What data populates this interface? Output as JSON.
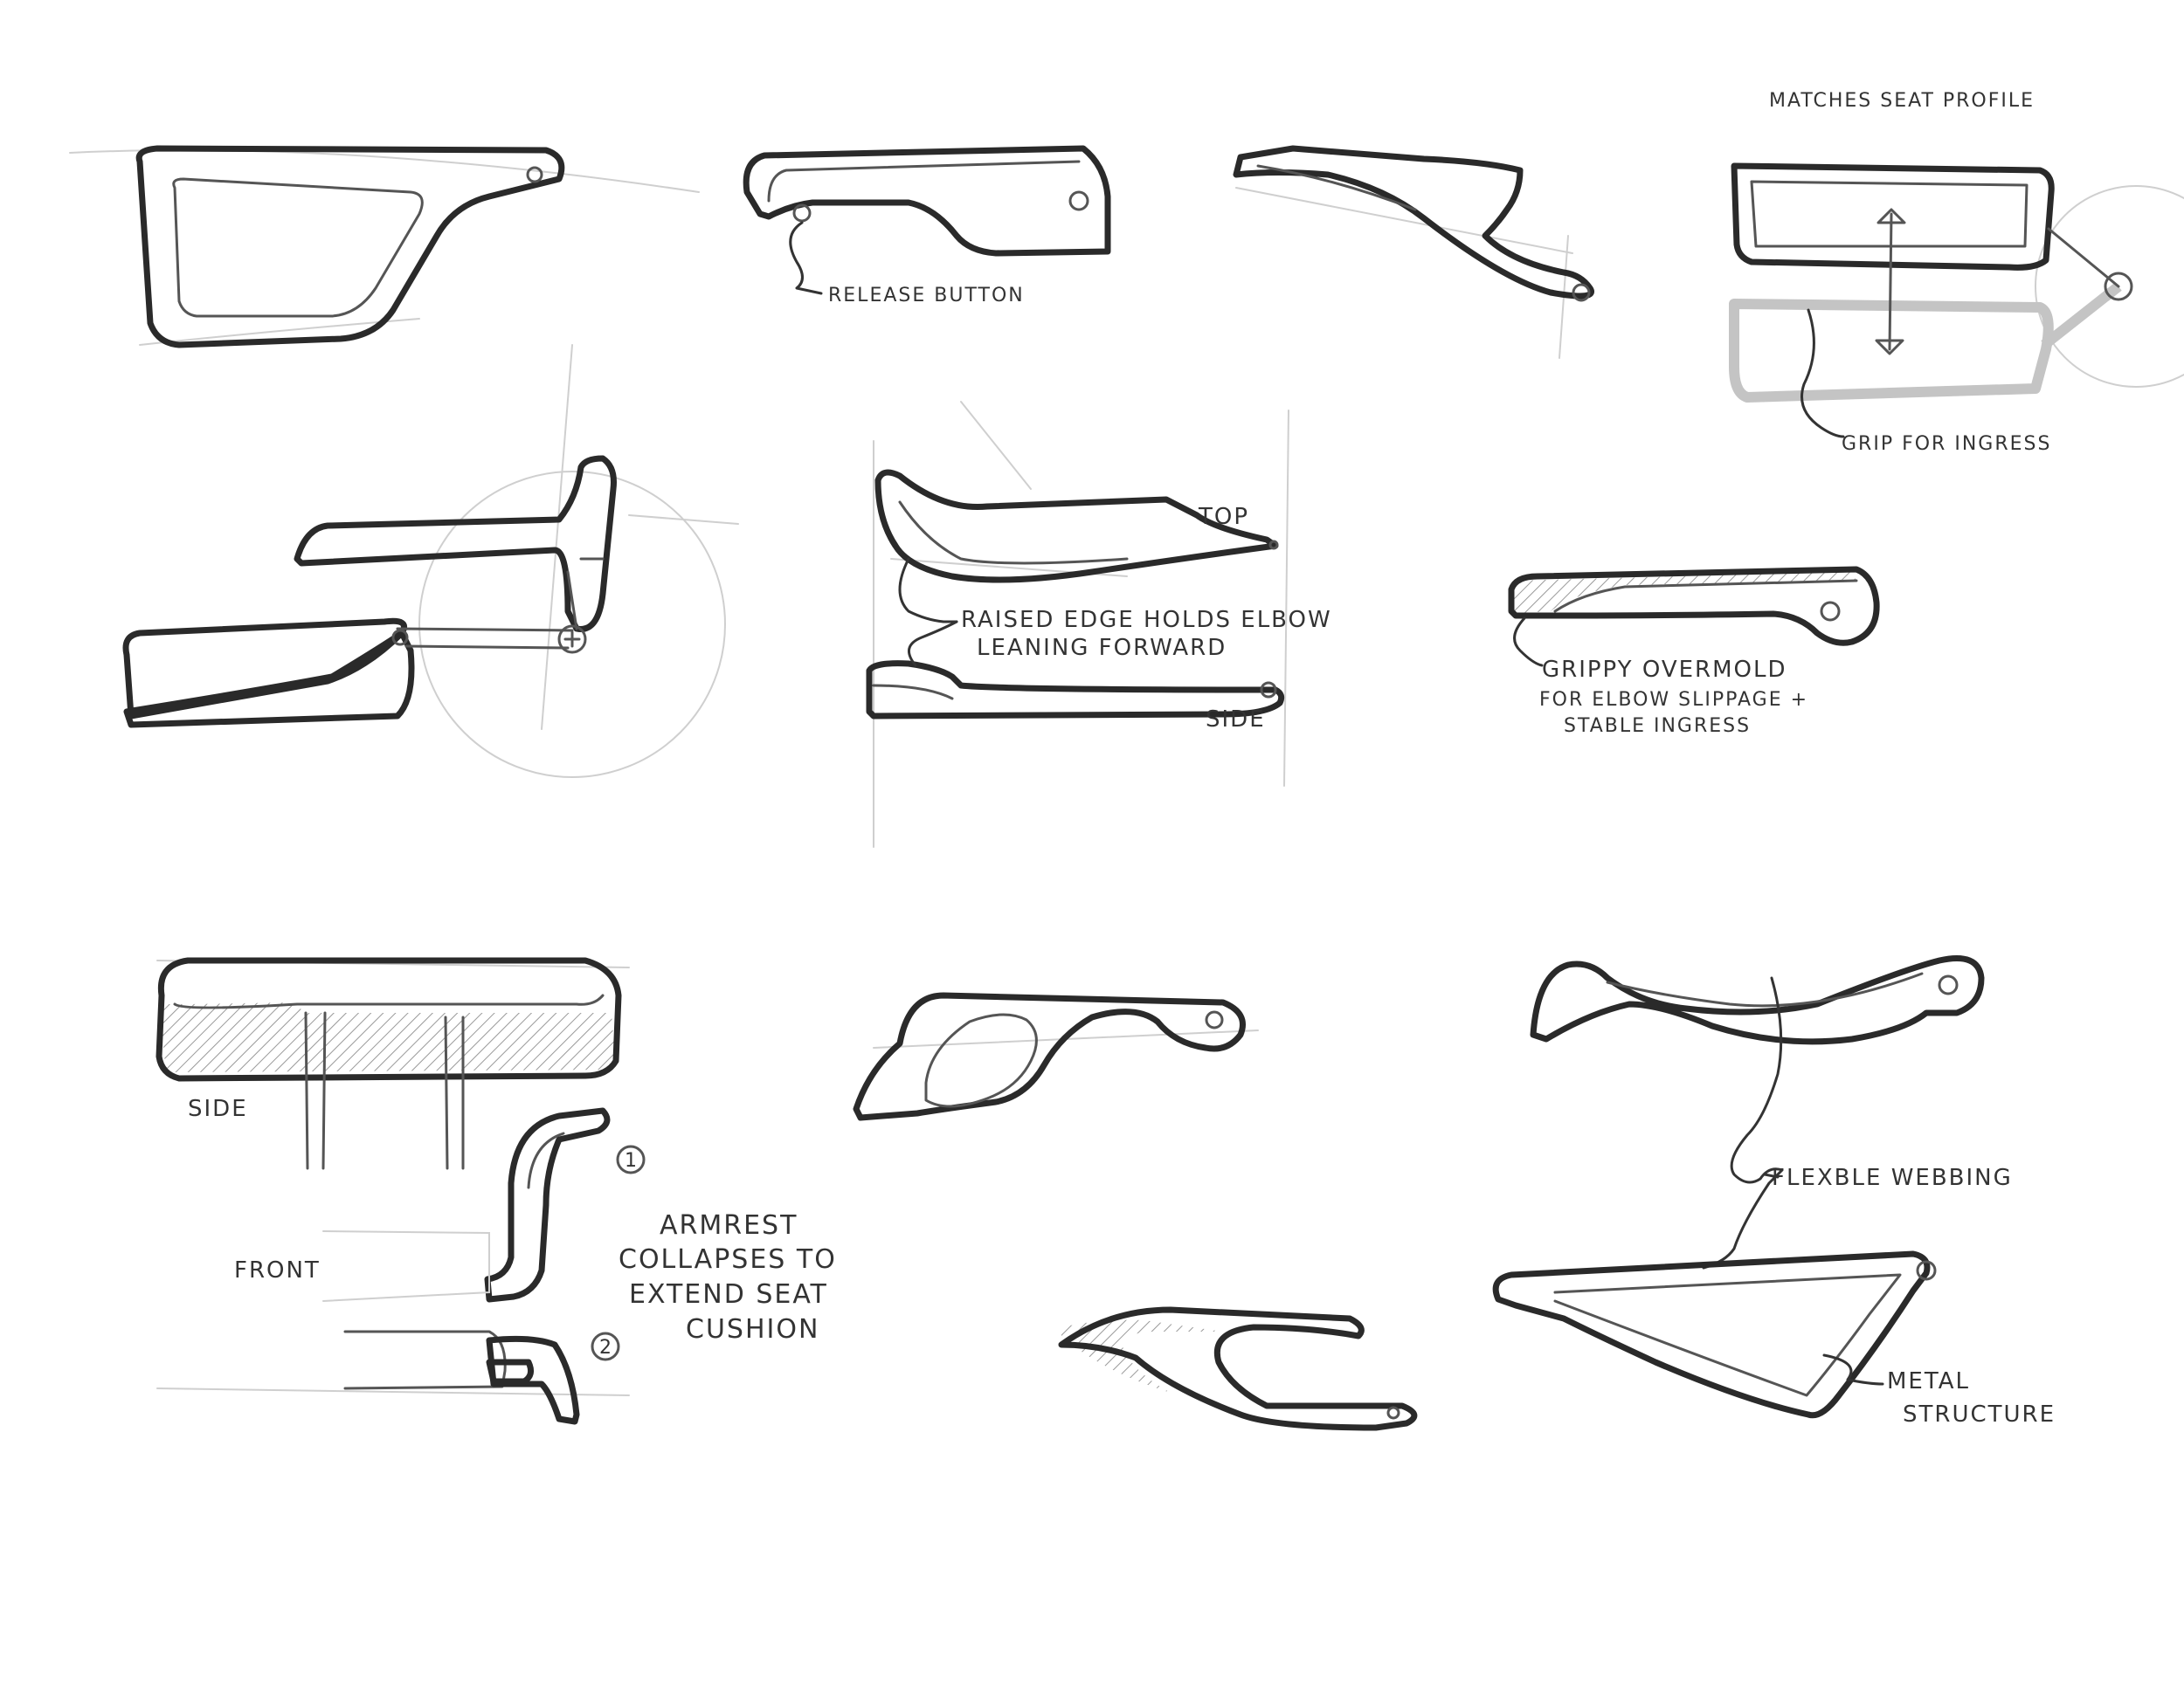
{
  "labels": {
    "matches_seat_profile": "MATCHES SEAT PROFILE",
    "release_button": "RELEASE BUTTON",
    "grip_for_ingress": "GRIP FOR INGRESS",
    "top": "TOP",
    "raised_edge_line1": "RAISED EDGE HOLDS ELBOW",
    "raised_edge_line2": "LEANING FORWARD",
    "side_middle": "SIDE",
    "grippy_line1": "GRIPPY OVERMOLD",
    "grippy_line2": "FOR ELBOW SLIPPAGE +",
    "grippy_line3": "STABLE INGRESS",
    "side_bottom": "SIDE",
    "front": "FRONT",
    "step_1": "1",
    "step_2": "2",
    "collapse_line1": "ARMREST",
    "collapse_line2": "COLLAPSES TO",
    "collapse_line3": "EXTEND SEAT",
    "collapse_line4": "CUSHION",
    "flexible_webbing": "FLEXBLE WEBBING",
    "metal_line1": "METAL",
    "metal_line2": "STRUCTURE"
  },
  "colors": {
    "ink": "#2a2a2a",
    "guide": "#cfcfcf",
    "paper": "#ffffff"
  }
}
